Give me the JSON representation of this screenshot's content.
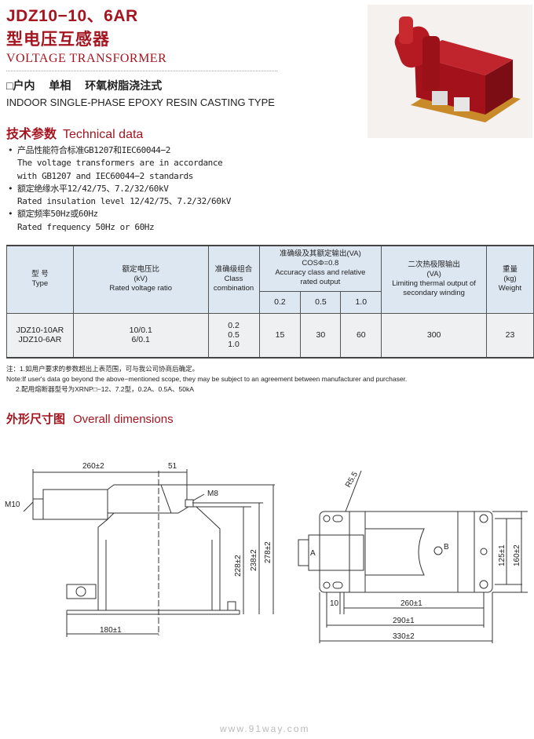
{
  "header": {
    "model": "JDZ10−10、6AR",
    "title_cn": "型电压互感器",
    "title_en": "VOLTAGE TRANSFORMER",
    "features_cn": "□户内 单相 环氧树脂浇注式",
    "features_en": "INDOOR SINGLE-PHASE EPOXY RESIN CASTING TYPE"
  },
  "tech": {
    "heading_cn": "技术参数",
    "heading_en": "Technical data",
    "bullets": [
      {
        "cn": "产品性能符合标准GB1207和IEC60044−2",
        "en1": "The voltage transformers are in accordance",
        "en2": "with GB1207 and IEC60044−2 standards"
      },
      {
        "cn": "额定绝缘水平12/42/75、7.2/32/60kV",
        "en1": "Rated insulation level 12/42/75、7.2/32/60kV"
      },
      {
        "cn": "额定频率50Hz或60Hz",
        "en1": "Rated frequency 50Hz or 60Hz"
      }
    ]
  },
  "table": {
    "h_type_cn": "型 号",
    "h_type_en": "Type",
    "h_ratio_cn": "额定电压比",
    "h_ratio_unit": "(kV)",
    "h_ratio_en": "Rated voltage ratio",
    "h_class_cn": "准确级组合",
    "h_class_en1": "Class",
    "h_class_en2": "combination",
    "h_acc_cn": "准确级及其额定输出(VA)",
    "h_acc_cos": "COSΦ=0.8",
    "h_acc_en1": "Accuracy class and relative",
    "h_acc_en2": "rated output",
    "h_acc_sub": [
      "0.2",
      "0.5",
      "1.0"
    ],
    "h_therm_cn": "二次热极限输出",
    "h_therm_unit": "(VA)",
    "h_therm_en1": "Limiting thermal output of",
    "h_therm_en2": "secondary winding",
    "h_w_cn": "重量",
    "h_w_unit": "(kg)",
    "h_w_en": "Weight",
    "row": {
      "types": [
        "JDZ10-10AR",
        "JDZ10-6AR"
      ],
      "ratios": [
        "10/0.1",
        "6/0.1"
      ],
      "classes": [
        "0.2",
        "0.5",
        "1.0"
      ],
      "out_02": "15",
      "out_05": "30",
      "out_10": "60",
      "thermal": "300",
      "weight": "23"
    }
  },
  "notes": [
    "注：1.如用户要求的参数超出上表范围，可与我公司协商后确定。",
    "Note:If user's data go beyond the above−mentioned scope, they may be subject to an agreement between manufacturer and purchaser.",
    "2.配用熔断器型号为XRNP□−12、7.2型，0.2A、0.5A、50kA"
  ],
  "dims": {
    "heading_cn": "外形尺寸图",
    "heading_en": "Overall dimensions",
    "front": {
      "d260": "260±2",
      "d51": "51",
      "m10": "M10",
      "m8": "M8",
      "d228": "228±2",
      "d238": "238±2",
      "d278": "278±2",
      "d180": "180±1"
    },
    "top": {
      "r55": "R5.5",
      "a": "A",
      "b": "B",
      "d10": "10",
      "d260": "260±1",
      "d290": "290±1",
      "d330": "330±2",
      "d125": "125±1",
      "d160": "160±2"
    }
  },
  "watermark": "www.91way.com"
}
